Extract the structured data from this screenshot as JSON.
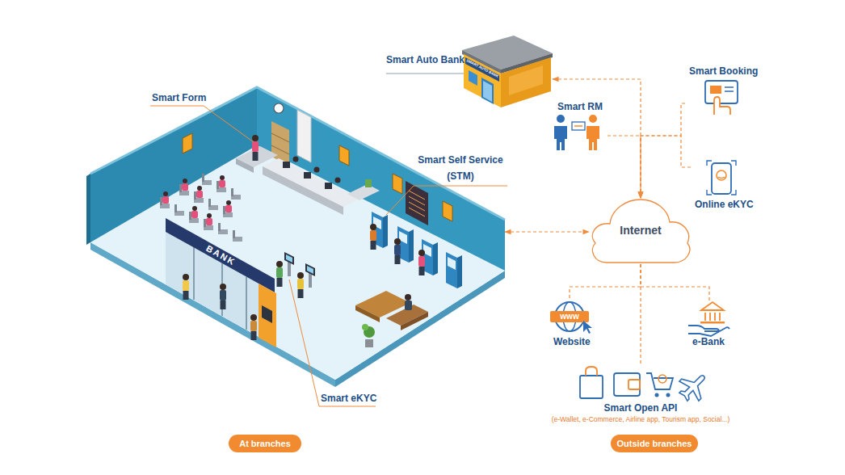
{
  "diagram": {
    "nodes": [
      {
        "text": [
          "Smart Auto Bank"
        ]
      },
      {
        "text": [
          "Smart Booking"
        ]
      },
      {
        "text": [
          "Smart RM"
        ]
      },
      {
        "text": [
          "Smart Form",
          "Smart Self Service (STM)",
          "Smart eKYC"
        ]
      },
      {
        "text": [
          "Online eKYC"
        ]
      },
      {
        "text": [
          "Internet"
        ]
      },
      {
        "text": [
          "Website"
        ]
      },
      {
        "text": [
          "e-Bank"
        ]
      },
      {
        "text": [
          "Smart Open API",
          "(e-Wallet, e-Commerce, Airline app, Tourism app, Social...)"
        ]
      },
      {
        "text": [
          "At branches"
        ]
      },
      {
        "text": [
          "Outside branches"
        ]
      }
    ],
    "edges": [
      {
        "from": 0,
        "to": 5,
        "arrow": "both"
      },
      {
        "from": 1,
        "to": 5,
        "arrow": "to"
      },
      {
        "from": 2,
        "to": 5,
        "arrow": "to"
      },
      {
        "from": 4,
        "to": 5,
        "arrow": "to"
      },
      {
        "from": 3,
        "to": 5,
        "arrow": "both"
      },
      {
        "from": 5,
        "to": 6,
        "arrow": "none"
      },
      {
        "from": 5,
        "to": 7,
        "arrow": "none"
      },
      {
        "from": 5,
        "to": 8,
        "arrow": "none"
      }
    ],
    "labels": [
      "BANK",
      "SMART AUTO BANK",
      "www"
    ]
  }
}
